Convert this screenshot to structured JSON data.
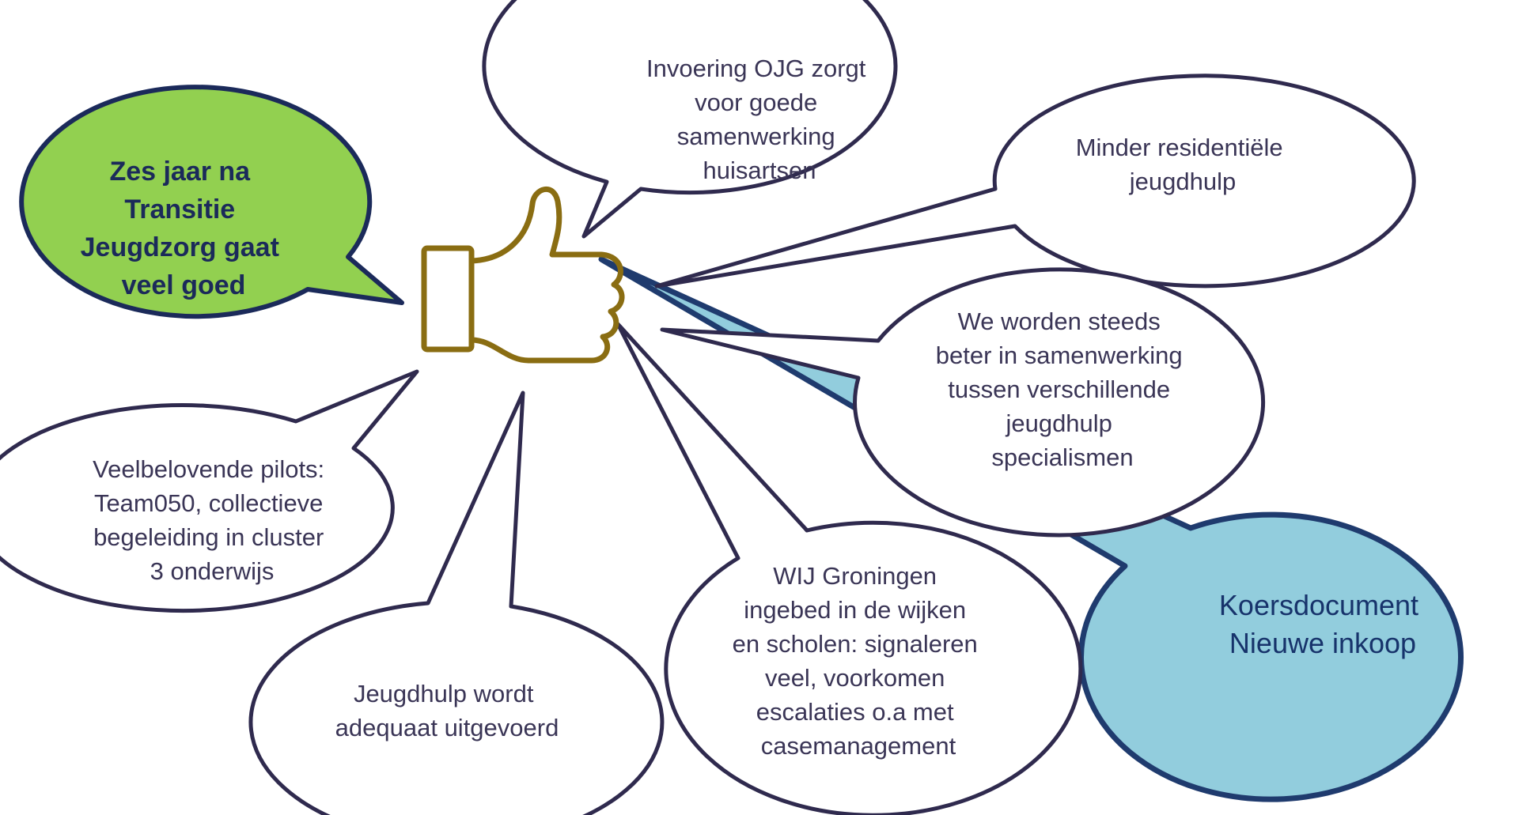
{
  "colors": {
    "outline": "#2f2a4e",
    "main_fill": "#92d050",
    "main_outline": "#1b2a5a",
    "koers_fill": "#92cddd",
    "koers_outline": "#1f3b6e",
    "thumb": "#8a6d12"
  },
  "icons": {
    "center": "thumbs-up-icon"
  },
  "bubbles": {
    "main": {
      "lines": [
        "Zes jaar na",
        "Transitie",
        "Jeugdzorg gaat",
        "veel goed"
      ]
    },
    "ojg": {
      "lines": [
        "Invoering OJG zorgt",
        "voor goede",
        "samenwerking",
        "huisartsen"
      ]
    },
    "residentiele": {
      "lines": [
        "Minder residentiële",
        "jeugdhulp"
      ]
    },
    "samenwerking": {
      "lines": [
        "We worden steeds",
        "beter in samenwerking",
        "tussen verschillende",
        "jeugdhulp",
        "specialismen"
      ]
    },
    "koersdocument": {
      "lines": [
        "Koersdocument",
        "Nieuwe inkoop"
      ]
    },
    "pilots": {
      "lines": [
        "Veelbelovende pilots:",
        "Team050, collectieve",
        "begeleiding in cluster",
        "3 onderwijs"
      ]
    },
    "jeugdhulp": {
      "lines": [
        "Jeugdhulp wordt",
        "adequaat uitgevoerd"
      ]
    },
    "wij": {
      "lines": [
        "WIJ Groningen",
        "ingebed in de wijken",
        "en scholen: signaleren",
        "veel, voorkomen",
        "escalaties o.a met",
        "casemanagement"
      ]
    }
  }
}
